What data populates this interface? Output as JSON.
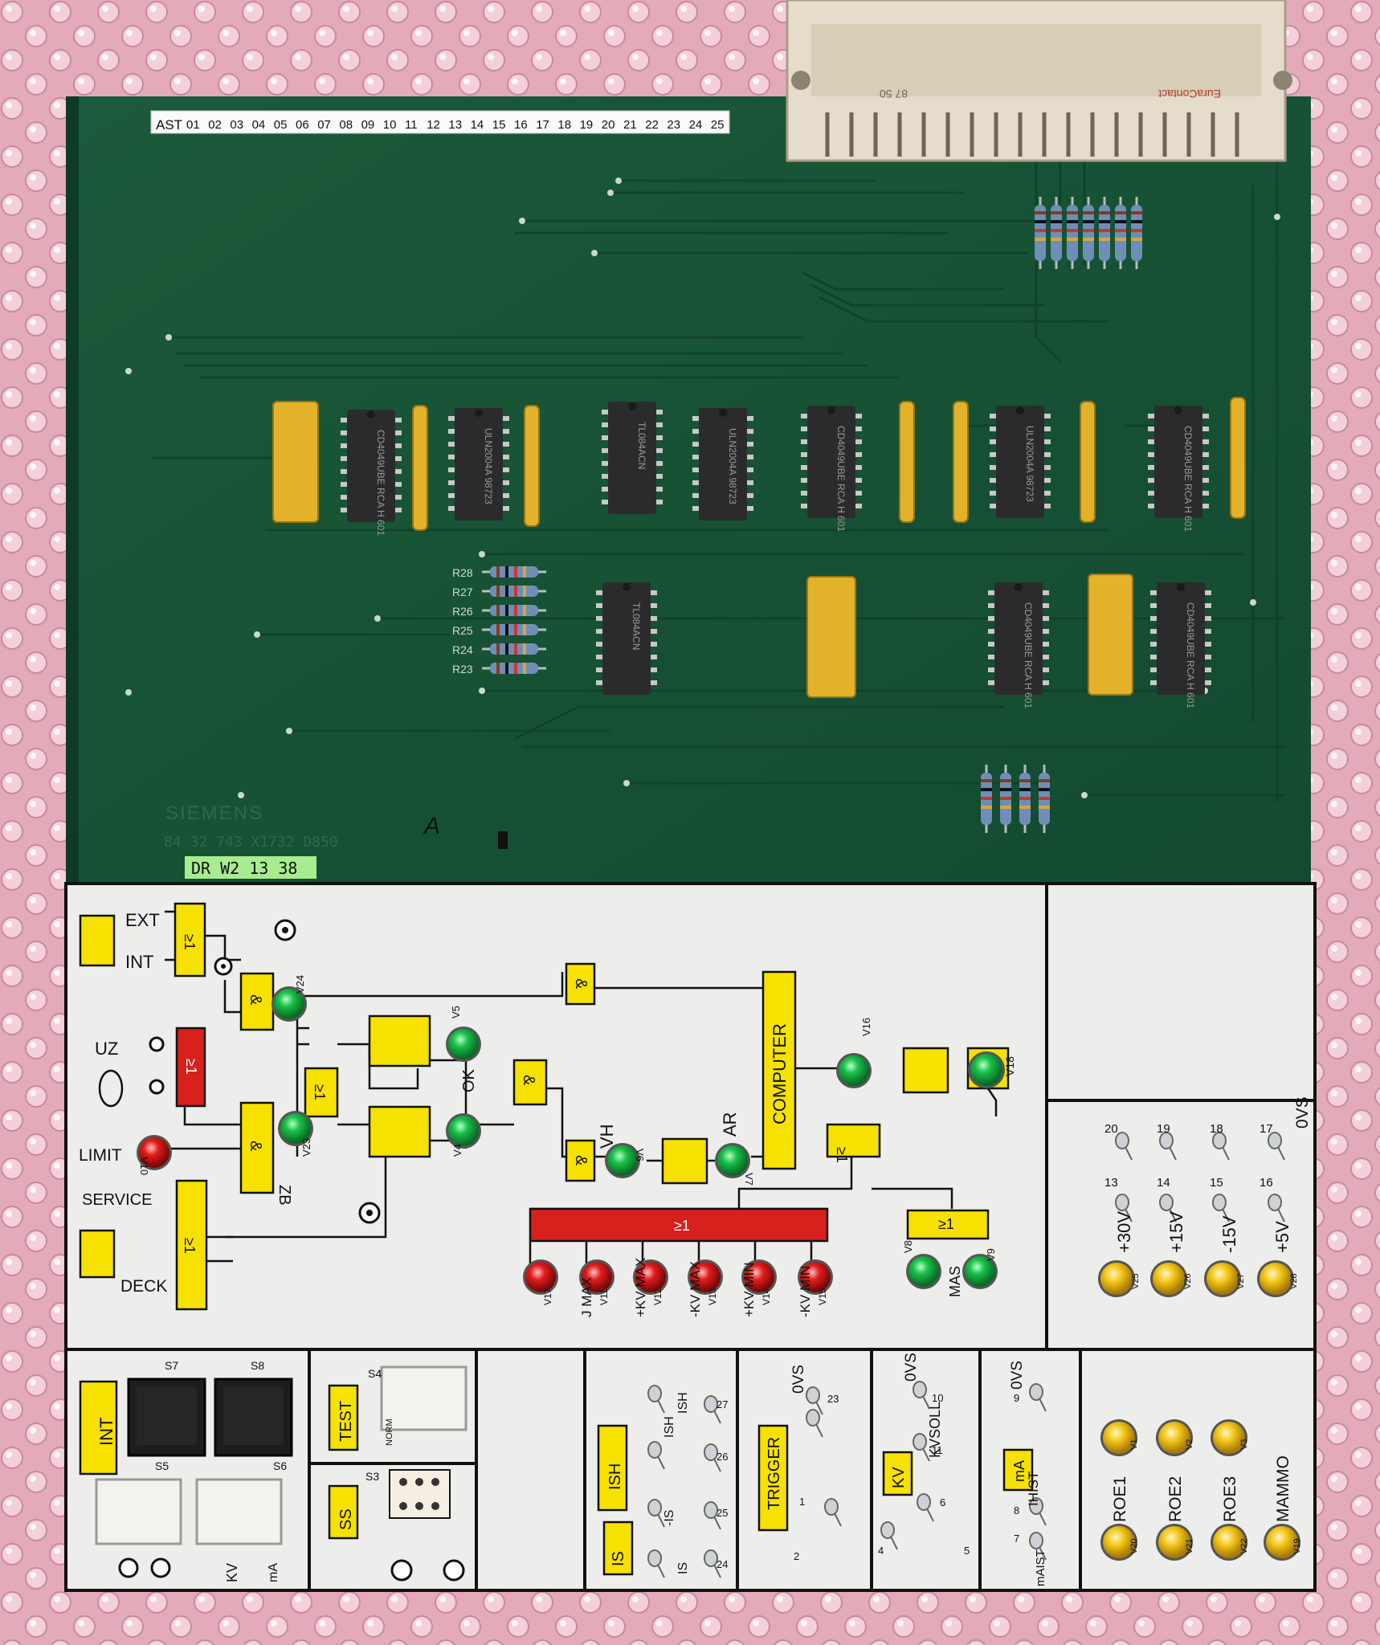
{
  "board": {
    "ast_label": "AST",
    "slot_numbers": [
      "01",
      "02",
      "03",
      "04",
      "05",
      "06",
      "07",
      "08",
      "09",
      "10",
      "11",
      "12",
      "13",
      "14",
      "15",
      "16",
      "17",
      "18",
      "19",
      "20",
      "21",
      "22",
      "23",
      "24",
      "25"
    ],
    "maker": "SIEMENS",
    "part_number": "84 32 743 X1732 D850",
    "date_sticker": "DR W2 13 38",
    "connector": {
      "numbers": "87  50",
      "brand": "EuraContact"
    },
    "marking": "A"
  },
  "chips": [
    {
      "label": "CD4049UBE RCA H 601"
    },
    {
      "label": "ULN2004A 98723"
    },
    {
      "label": "TL084ACN"
    },
    {
      "label": "ULN2004A 98723"
    },
    {
      "label": "CD4049UBE RCA H 601"
    },
    {
      "label": "ULN2004A 98723"
    },
    {
      "label": "CD4049UBE RCA H 601"
    },
    {
      "label": "TL084ACN"
    },
    {
      "label": "CD4049UBE RCA H 601"
    },
    {
      "label": "CD4049UBE RCA H 601"
    }
  ],
  "resistor_labels": [
    "R28",
    "R27",
    "R26",
    "R25",
    "R24",
    "R23"
  ],
  "panel": {
    "ext": "EXT",
    "int": "INT",
    "uz": "UZ",
    "limit": "LIMIT",
    "service": "SERVICE",
    "deck": "DECK",
    "and": "&",
    "or": "≥1",
    "zb": "ZB",
    "ok": "OK",
    "vh": "VH",
    "ar": "AR",
    "computer": "COMPUTER",
    "v24": "V24",
    "v23": "V23",
    "v5": "V5",
    "v4": "V4",
    "v6": "V6",
    "v7": "V7",
    "v16": "V16",
    "v18": "V18",
    "v10": "V10",
    "v8": "V8",
    "v9": "V9",
    "mas": "MAS",
    "faults": [
      {
        "label": "",
        "id": "V17"
      },
      {
        "label": "J MAX",
        "id": "V11"
      },
      {
        "label": "+KV MAX",
        "id": "V12"
      },
      {
        "label": "-KV MAX",
        "id": "V13"
      },
      {
        "label": "+KV MIN",
        "id": "V14"
      },
      {
        "label": "-KV MIN",
        "id": "V15"
      }
    ],
    "supply": {
      "ovs": "0VS",
      "top_pins": [
        "20",
        "19",
        "18",
        "17"
      ],
      "bottom_pins": [
        "13",
        "14",
        "15",
        "16"
      ],
      "rails": [
        {
          "label": "+30V",
          "id": "V25"
        },
        {
          "label": "+15V",
          "id": "V26"
        },
        {
          "label": "-15V",
          "id": "V27"
        },
        {
          "label": "+5V",
          "id": "V28"
        }
      ]
    },
    "switches": {
      "s7": "S7",
      "s8": "S8",
      "s5": "S5",
      "s6": "S6",
      "int": "INT",
      "kv": "KV",
      "ma": "mA",
      "s4": "S4",
      "s3": "S3",
      "test": "TEST",
      "ss": "SS",
      "norm": "NORM"
    },
    "ish": {
      "tag": "ISH",
      "tag2": "IS",
      "pins": [
        "27",
        "26",
        "25",
        "24"
      ],
      "labels": [
        "ISH",
        "ISH",
        "-IS",
        "IS"
      ]
    },
    "trigger": {
      "tag": "TRIGGER",
      "ovs": "0VS",
      "pins": [
        "23",
        "1",
        "2"
      ]
    },
    "kv_panel": {
      "tag": "KV",
      "ovs": "0VS",
      "kv_soll": "KVSOLL",
      "pins": [
        "10",
        "11",
        "6",
        "4",
        "5"
      ]
    },
    "ma_panel": {
      "tag": "mA",
      "ovs": "0VS",
      "ih_ist": "IHIST",
      "ma_ist": "mAIST",
      "pins": [
        "9",
        "8",
        "7"
      ]
    },
    "tubes": [
      {
        "label": "ROE1",
        "id": "V1"
      },
      {
        "label": "ROE2",
        "id": "V2"
      },
      {
        "label": "ROE3",
        "id": "V3"
      },
      {
        "label": "MAMMO",
        "id": "V19"
      }
    ],
    "tube_bottom_ids": [
      "V20",
      "V21",
      "V22"
    ]
  }
}
